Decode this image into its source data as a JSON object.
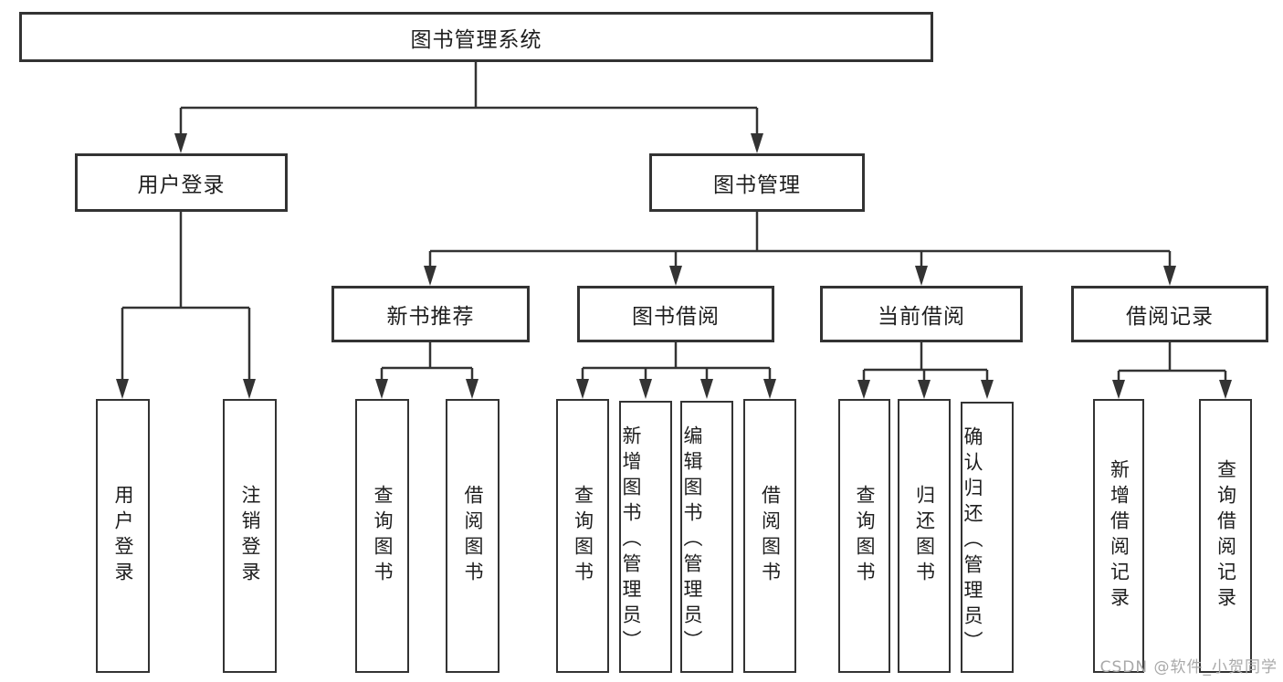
{
  "diagram": {
    "root": {
      "label": "图书管理系统"
    },
    "level2": {
      "user_login": {
        "label": "用户登录"
      },
      "book_mgmt": {
        "label": "图书管理"
      }
    },
    "level3": {
      "new_book_rec": {
        "label": "新书推荐"
      },
      "book_borrow": {
        "label": "图书借阅"
      },
      "current_borrow": {
        "label": "当前借阅"
      },
      "borrow_record": {
        "label": "借阅记录"
      }
    },
    "leaves": {
      "login": {
        "label": "用户登录"
      },
      "logout": {
        "label": "注销登录"
      },
      "rec_query": {
        "label": "查询图书"
      },
      "rec_borrow": {
        "label": "借阅图书"
      },
      "bb_query": {
        "label": "查询图书"
      },
      "bb_add": {
        "label": "新增图书（管理员）"
      },
      "bb_edit": {
        "label": "编辑图书（管理员）"
      },
      "bb_borrow": {
        "label": "借阅图书"
      },
      "cb_query": {
        "label": "查询图书"
      },
      "cb_return": {
        "label": "归还图书"
      },
      "cb_confirm": {
        "label": "确认归还（管理员）"
      },
      "br_add": {
        "label": "新增借阅记录"
      },
      "br_query": {
        "label": "查询借阅记录"
      }
    },
    "colors": {
      "line": "#333333",
      "text": "#1e1e1e",
      "background": "#ffffff",
      "watermark": "#a9a9a9"
    },
    "watermark": "CSDN @软件_小贺同学"
  }
}
